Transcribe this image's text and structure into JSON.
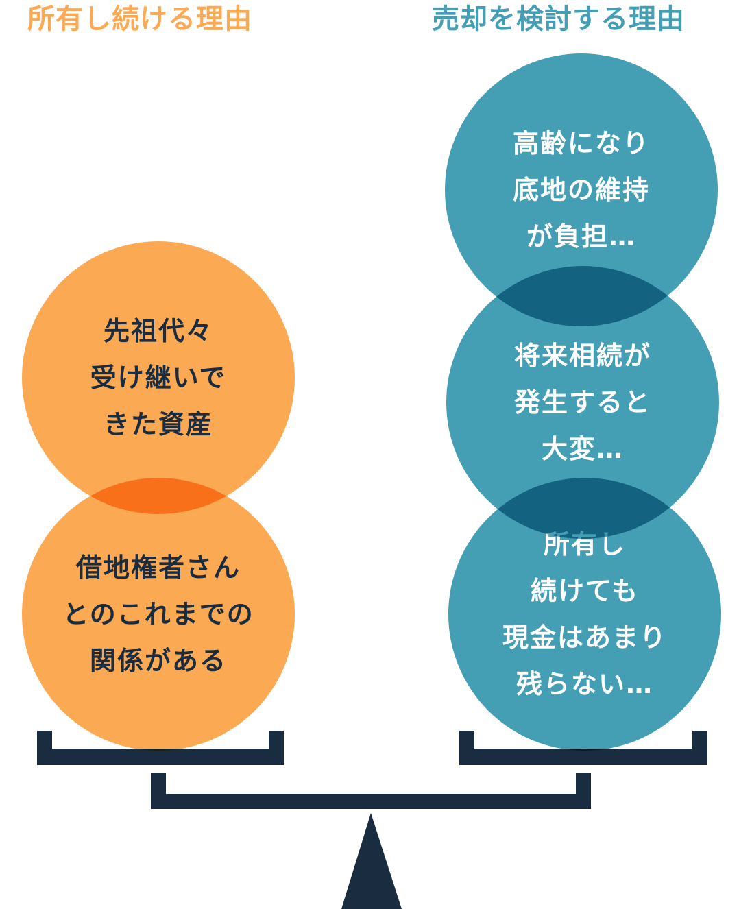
{
  "colors": {
    "orange": "#FCA953",
    "teal": "#449EB4",
    "dark": "#1A2D40",
    "background": "#FFFFFF"
  },
  "headings": {
    "left": "所有し続ける理由",
    "right": "売却を検討する理由"
  },
  "left_reasons": [
    {
      "lines": [
        "先祖代々",
        "受け継いで",
        "きた資産"
      ]
    },
    {
      "lines": [
        "借地権者さん",
        "とのこれまでの",
        "関係がある"
      ]
    }
  ],
  "right_reasons": [
    {
      "lines": [
        "高齢になり",
        "底地の維持",
        "が負担…"
      ]
    },
    {
      "lines": [
        "将来相続が",
        "発生すると",
        "大変…"
      ]
    },
    {
      "lines": [
        "所有し",
        "続けても",
        "現金はあまり",
        "残らない…"
      ]
    }
  ]
}
